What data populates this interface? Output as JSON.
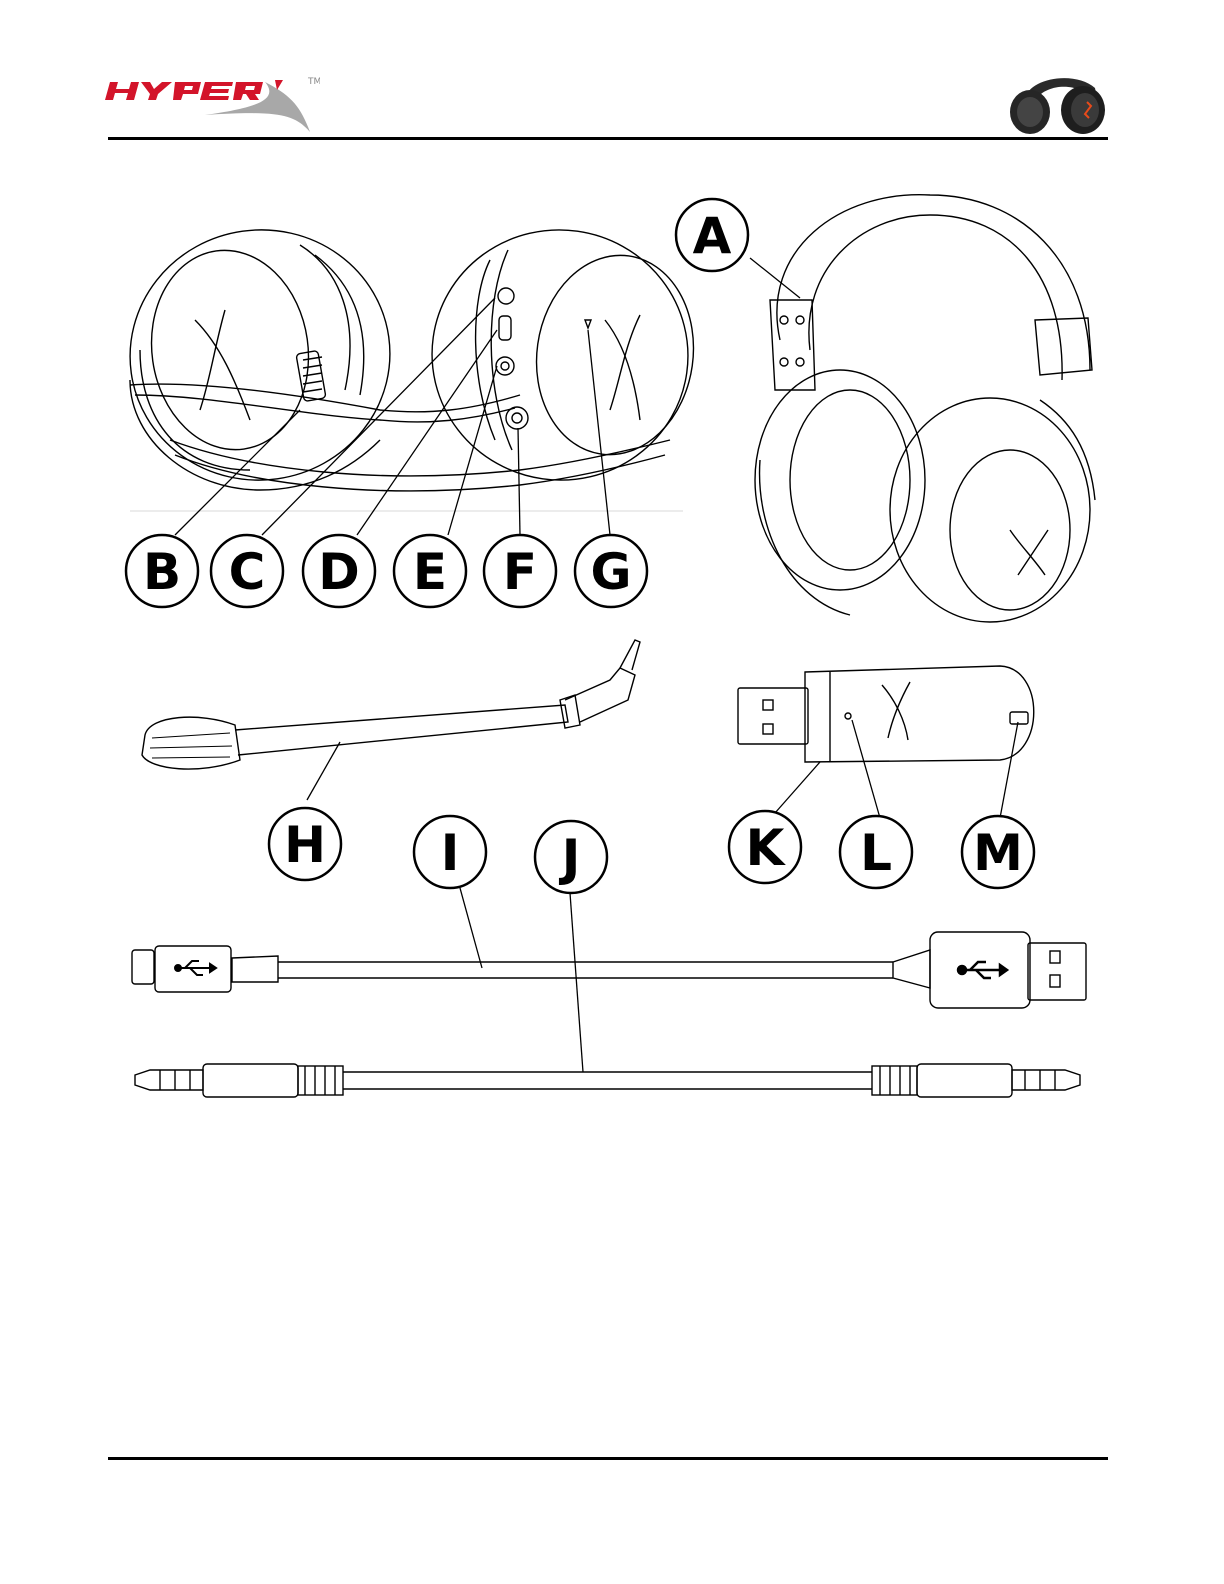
{
  "header": {
    "logo_text": "HYPER",
    "logo_mark": "X",
    "trademark": "TM",
    "brand_color": "#d3142a"
  },
  "callouts": {
    "A": "A",
    "B": "B",
    "C": "C",
    "D": "D",
    "E": "E",
    "F": "F",
    "G": "G",
    "H": "H",
    "I": "I",
    "J": "J",
    "K": "K",
    "L": "L",
    "M": "M"
  },
  "icons": [
    "usb-icon",
    "usb-icon",
    "hyperx-logo-icon"
  ]
}
